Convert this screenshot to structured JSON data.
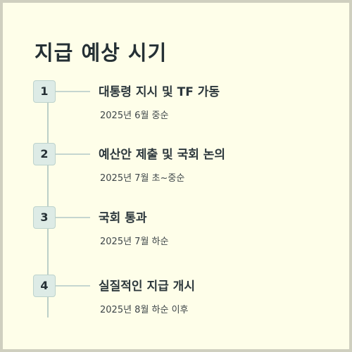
{
  "title": "지급 예상 시기",
  "steps": [
    {
      "number": "1",
      "title": "대통령 지시 및 TF 가동",
      "date": "2025년 6월 중순"
    },
    {
      "number": "2",
      "title": "예산안 제출 및 국회 논의",
      "date": "2025년 7월 초~중순"
    },
    {
      "number": "3",
      "title": "국회 통과",
      "date": "2025년 7월 하순"
    },
    {
      "number": "4",
      "title": "실질적인 지급 개시",
      "date": "2025년 8월 하순 이후"
    }
  ],
  "colors": {
    "background": "#fefee9",
    "badge_fill": "#ddebe6",
    "line": "#bccfc8",
    "text": "#253035"
  }
}
